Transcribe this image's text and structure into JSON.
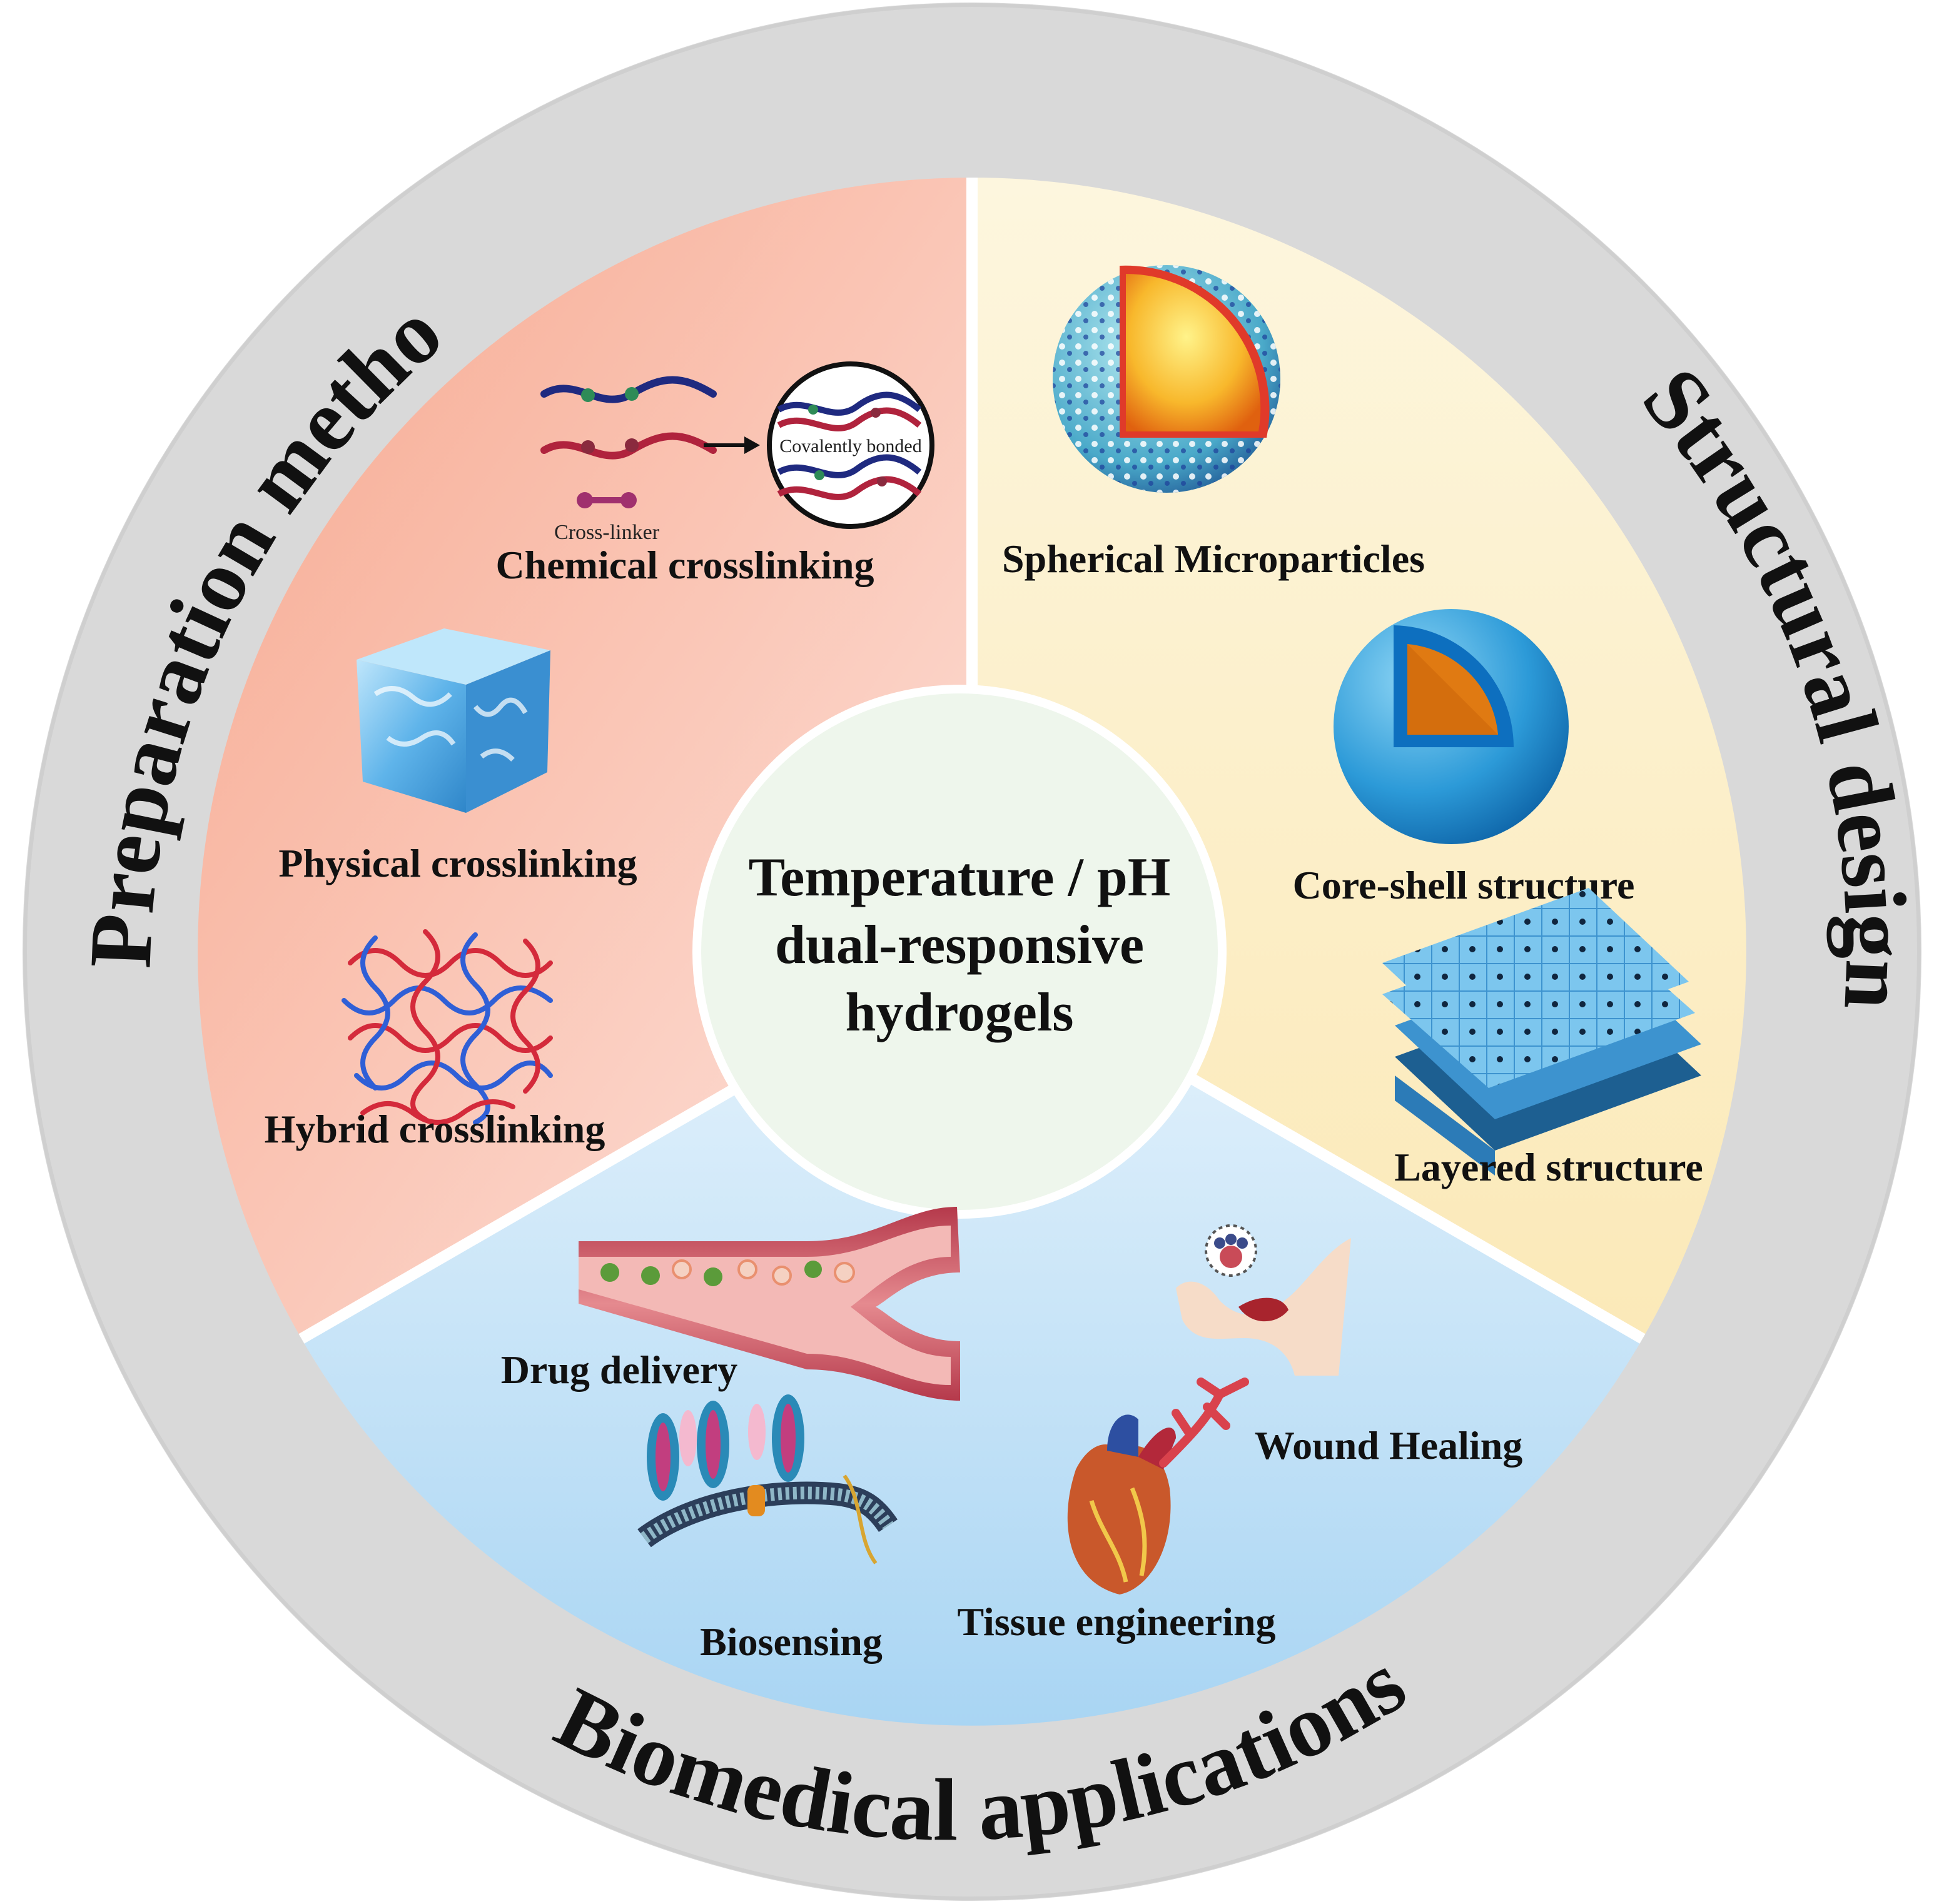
{
  "center": {
    "line1": "Temperature / pH",
    "line2": "dual-responsive",
    "line3": "hydrogels"
  },
  "ring_titles": {
    "preparation": "Preparation method",
    "structural": "Structural design",
    "biomedical": "Biomedical applications"
  },
  "preparation": {
    "chemical": "Chemical crosslinking",
    "cross_linker": "Cross-linker",
    "covalently_bonded": "Covalently bonded",
    "physical": "Physical crosslinking",
    "hybrid": "Hybrid crosslinking"
  },
  "structural": {
    "spherical": "Spherical Microparticles",
    "core_shell": "Core-shell structure",
    "layered": "Layered structure"
  },
  "biomedical": {
    "drug_delivery": "Drug delivery",
    "wound_healing": "Wound Healing",
    "biosensing": "Biosensing",
    "tissue_engineering": "Tissue engineering"
  },
  "colors": {
    "ring": "#d9d9d9",
    "preparation_sector": "#f9c1ad",
    "structural_sector": "#fdf0c8",
    "biomedical_sector": "#c5e4f7",
    "center_circle": "#eef6ec"
  }
}
